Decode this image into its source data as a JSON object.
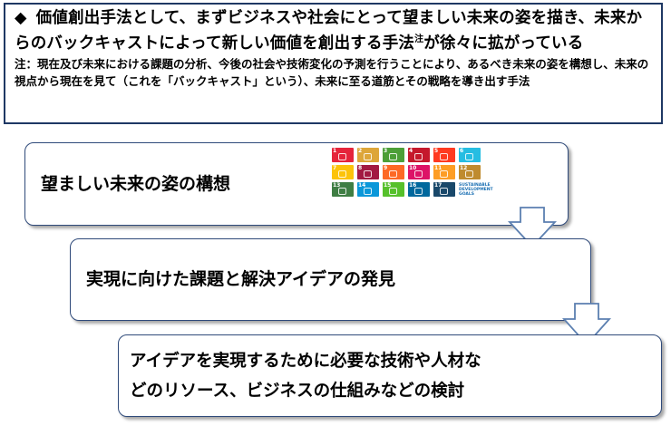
{
  "intro": {
    "bullet": "◆",
    "headline": "価値創出手法として、まずビジネスや社会にとって望ましい未来の姿を描き、未来からのバックキャストによって新しい価値を創出する手法",
    "headline_sup": "注",
    "headline_tail": "が徐々に拡がっている",
    "note_prefix": "注：",
    "note": "現在及び未来における課題の分析、今後の社会や技術変化の予測を行うことにより、あるべき未来の姿を構想し、未来の視点から現在を見て（これを「バックキャスト」という）、未来に至る道筋とその戦略を導き出す手法"
  },
  "steps": [
    {
      "text": "望ましい未来の姿の構想"
    },
    {
      "text": "実現に向けた課題と解決アイデアの発見"
    },
    {
      "line1": "アイデアを実現するために必要な技術や人材な",
      "line2": "どのリソース、ビジネスの仕組みなどの検討"
    }
  ],
  "sdgs": {
    "logo_line1": "SUSTAINABLE",
    "logo_line2": "DEVELOPMENT",
    "logo_line3": "GOALS",
    "logo_color": "#1a6fb3",
    "tiles": [
      {
        "num": "1",
        "color": "#e5243b"
      },
      {
        "num": "2",
        "color": "#dda63a"
      },
      {
        "num": "3",
        "color": "#4c9f38"
      },
      {
        "num": "4",
        "color": "#c5192d"
      },
      {
        "num": "5",
        "color": "#ff3a21"
      },
      {
        "num": "6",
        "color": "#26bde2"
      },
      {
        "num": "7",
        "color": "#fcc30b"
      },
      {
        "num": "8",
        "color": "#a21942"
      },
      {
        "num": "9",
        "color": "#fd6925"
      },
      {
        "num": "10",
        "color": "#dd1367"
      },
      {
        "num": "11",
        "color": "#fd9d24"
      },
      {
        "num": "12",
        "color": "#bf8b2e"
      },
      {
        "num": "13",
        "color": "#3f7e44"
      },
      {
        "num": "14",
        "color": "#0a97d9"
      },
      {
        "num": "15",
        "color": "#56c02b"
      },
      {
        "num": "16",
        "color": "#00689d"
      },
      {
        "num": "17",
        "color": "#19486a"
      }
    ]
  },
  "colors": {
    "frame": "#1f3864",
    "step_border": "#2f4a7a",
    "arrow_stroke": "#5b7fb0"
  }
}
